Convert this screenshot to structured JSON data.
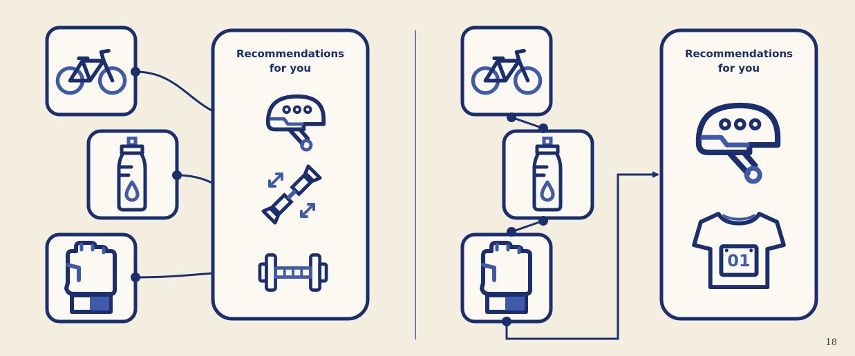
{
  "left_panel": {
    "rec_title_line1": "Recommendations",
    "rec_title_line2": "for you",
    "inputs": [
      {
        "icon": "bicycle-icon"
      },
      {
        "icon": "water-bottle-icon"
      },
      {
        "icon": "cycling-glove-icon"
      }
    ],
    "recommendations": [
      {
        "icon": "helmet-icon"
      },
      {
        "icon": "hand-grip-icon"
      },
      {
        "icon": "dumbbell-icon"
      }
    ]
  },
  "right_panel": {
    "rec_title_line1": "Recommendations",
    "rec_title_line2": "for you",
    "inputs": [
      {
        "icon": "bicycle-icon"
      },
      {
        "icon": "water-bottle-icon"
      },
      {
        "icon": "cycling-glove-icon"
      }
    ],
    "recommendations": [
      {
        "icon": "helmet-icon"
      },
      {
        "icon": "jersey-icon"
      }
    ],
    "jersey_number": "01"
  },
  "page_number": "18",
  "colors": {
    "navy": "#1b2e6e",
    "icon_blue": "#3f5aa8",
    "card_fill": "#fcf9f2",
    "background": "#f3eee0"
  }
}
